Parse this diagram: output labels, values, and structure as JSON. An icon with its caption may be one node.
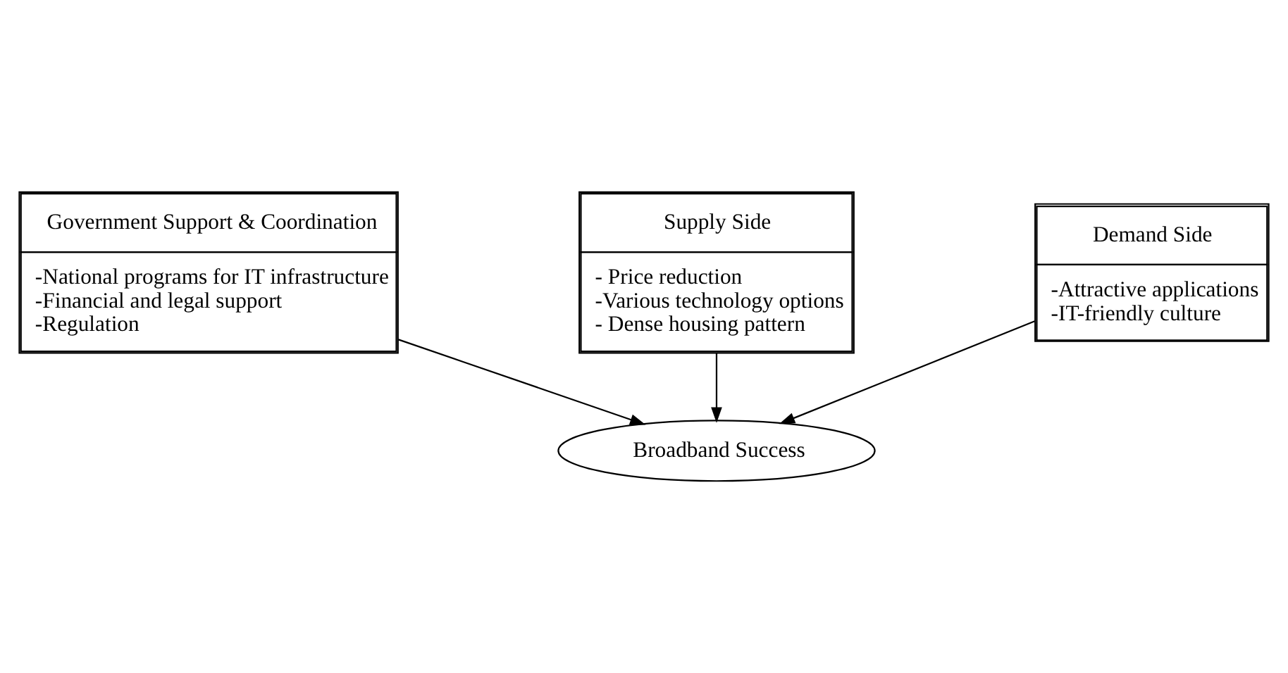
{
  "diagram": {
    "nodes": [
      {
        "text": [
          "Government Support & Coordination",
          "-National programs for IT infrastructure",
          "-Financial and legal support",
          "-Regulation"
        ]
      },
      {
        "text": [
          "Supply Side",
          "- Price reduction",
          "-Various technology options",
          "- Dense housing pattern"
        ]
      },
      {
        "text": [
          "Demand Side",
          "-Attractive applications",
          "-IT-friendly culture"
        ]
      },
      {
        "text": [
          "Broadband Success"
        ]
      }
    ],
    "edges": [
      {
        "from": 0,
        "to": 3,
        "arrow": "to"
      },
      {
        "from": 1,
        "to": 3,
        "arrow": "to"
      },
      {
        "from": 2,
        "to": 3,
        "arrow": "to"
      }
    ]
  }
}
